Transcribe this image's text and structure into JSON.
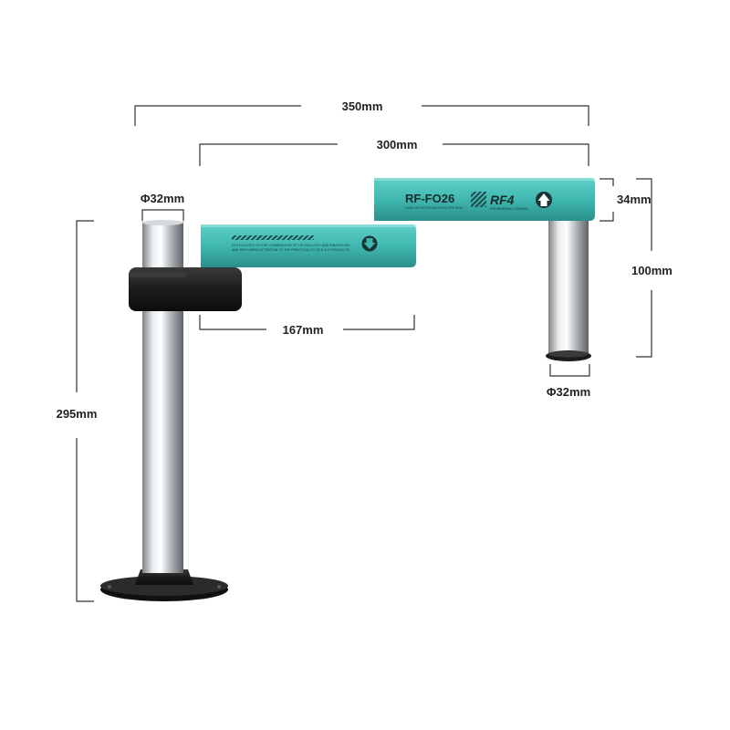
{
  "product": {
    "model": "RF-FO26",
    "brand": "RF4",
    "model_subtext": "DUAL ROTATION MICROSCOPE ARM",
    "brand_subtext": "ENGINEERING A BRAND",
    "lower_arm_text_1": "RF4 FOCUSES ON THE COMBINATION OF TECHNOLOGY AND INNOVATION,",
    "lower_arm_text_2": "AND PAYS MORE ATTENTION TO THE PRACTICALITY OF R & D PRODUCTS."
  },
  "dimensions": {
    "overall_width": "350mm",
    "arm_reach": "300mm",
    "upper_arm_height": "34mm",
    "drop_height": "100mm",
    "pole_diameter_left": "Φ32mm",
    "pole_diameter_right": "Φ32mm",
    "lower_arm_length": "167mm",
    "total_height": "295mm"
  },
  "colors": {
    "arm_teal": "#3fb8b0",
    "arm_teal_dark": "#2a8f89",
    "clamp_black": "#1c1c1c",
    "pole_silver": "#c9cdd1"
  },
  "icons": [
    "arrow-down-icon",
    "arrow-up-icon"
  ]
}
